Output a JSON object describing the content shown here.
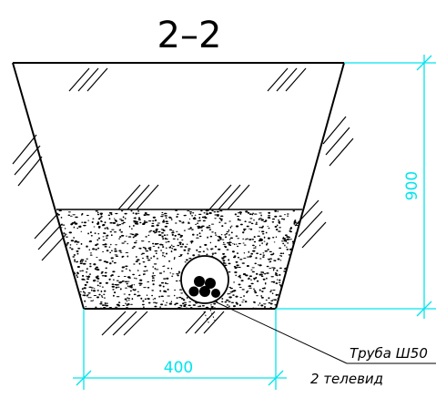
{
  "section": {
    "title": "2–2"
  },
  "dimensions": {
    "height_label": "900",
    "width_label": "400"
  },
  "callout": {
    "line1": "Труба Ш50",
    "line2": "2 телевид"
  },
  "colors": {
    "outline": "#000000",
    "dimension": "#00e5ee",
    "fill_dots": "#000000",
    "background": "#ffffff"
  }
}
